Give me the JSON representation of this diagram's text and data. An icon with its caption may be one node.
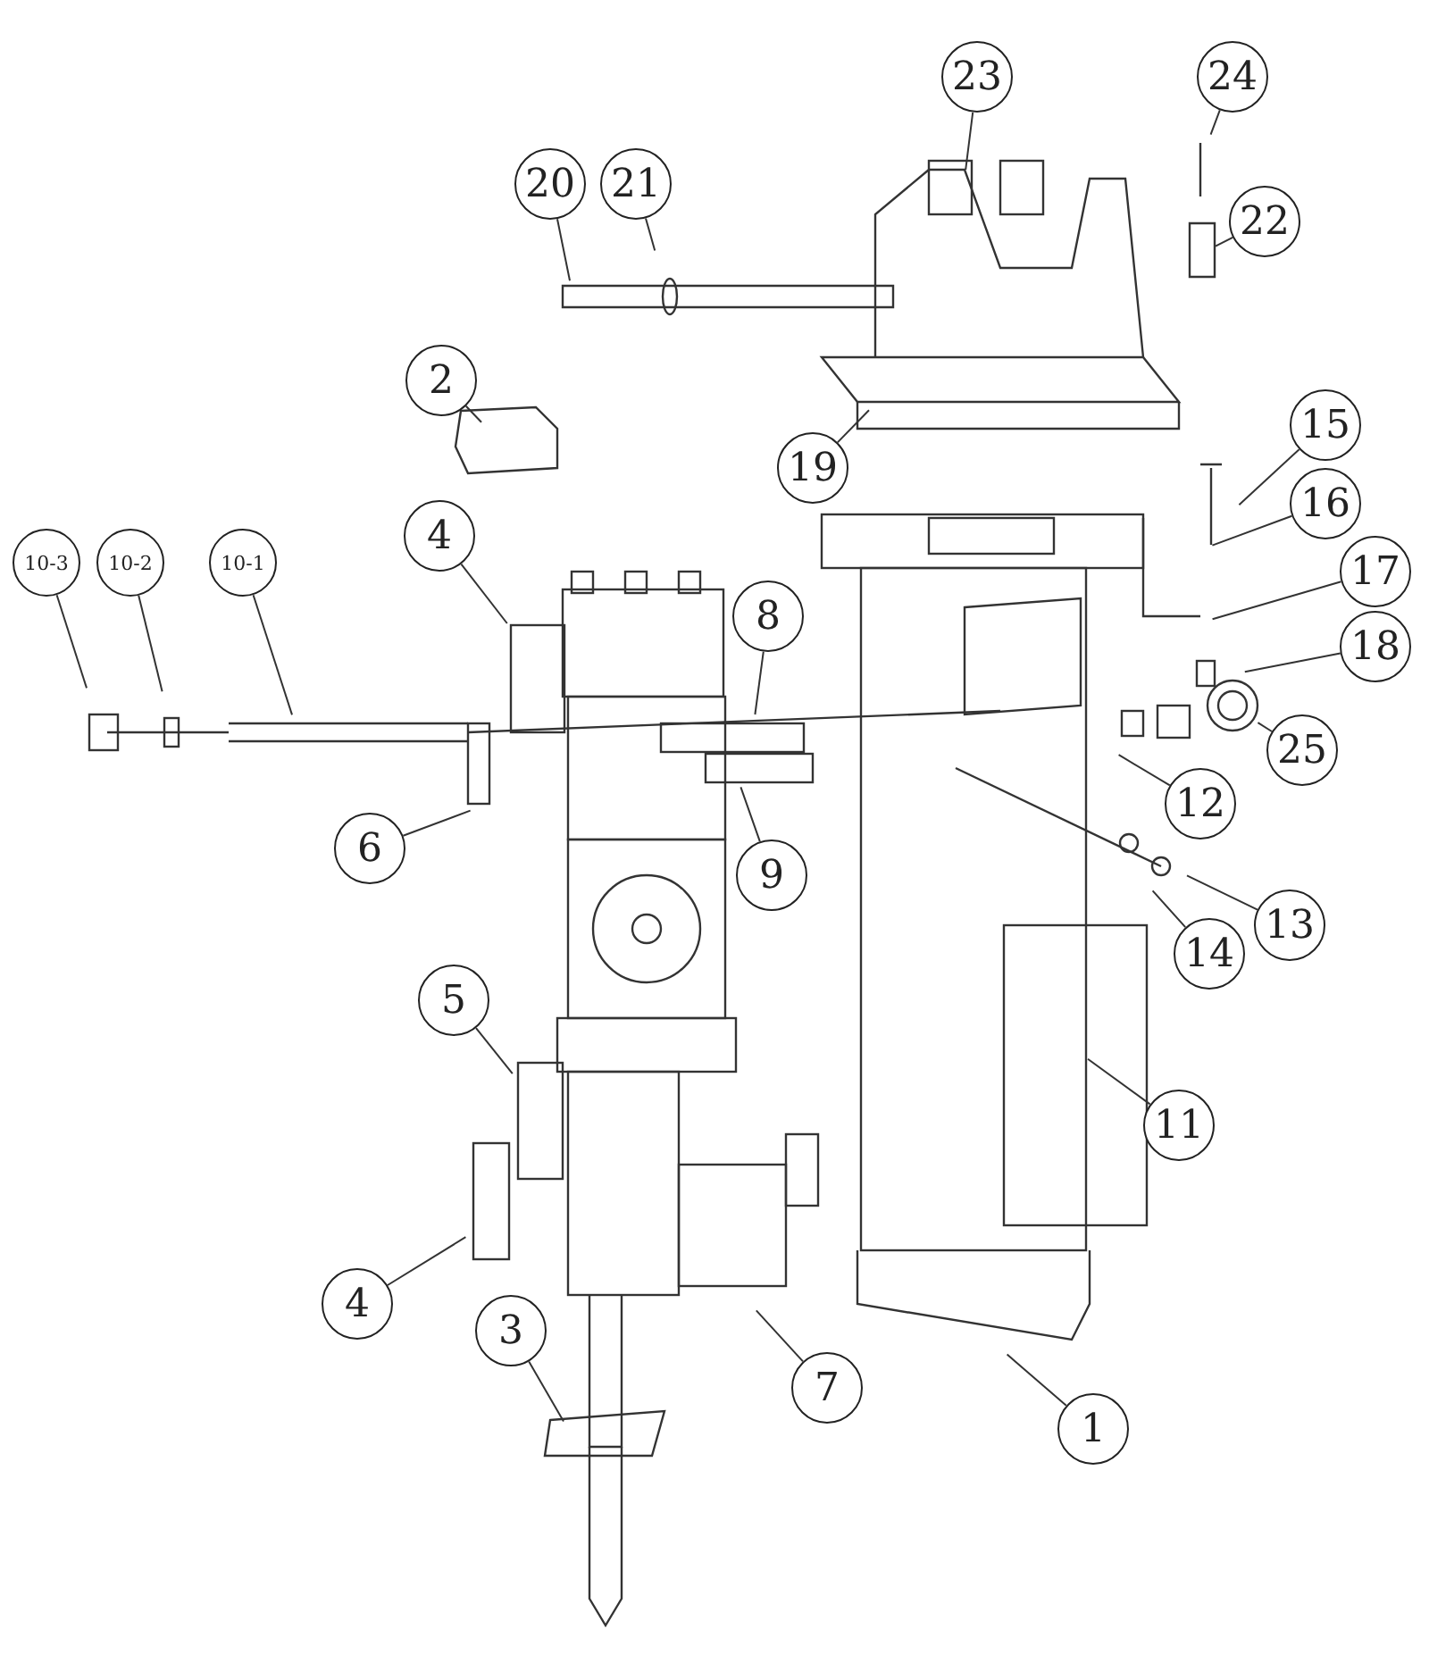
{
  "diagram": {
    "nodes": [
      {
        "text": [
          "23"
        ]
      },
      {
        "text": [
          "24"
        ]
      },
      {
        "text": [
          "20"
        ]
      },
      {
        "text": [
          "21"
        ]
      },
      {
        "text": [
          "22"
        ]
      },
      {
        "text": [
          "2"
        ]
      },
      {
        "text": [
          "19"
        ]
      },
      {
        "text": [
          "15"
        ]
      },
      {
        "text": [
          "16"
        ]
      },
      {
        "text": [
          "4"
        ]
      },
      {
        "text": [
          "10-3"
        ]
      },
      {
        "text": [
          "10-2"
        ]
      },
      {
        "text": [
          "10-1"
        ]
      },
      {
        "text": [
          "8"
        ]
      },
      {
        "text": [
          "17"
        ]
      },
      {
        "text": [
          "18"
        ]
      },
      {
        "text": [
          "6"
        ]
      },
      {
        "text": [
          "12"
        ]
      },
      {
        "text": [
          "25"
        ]
      },
      {
        "text": [
          "9"
        ]
      },
      {
        "text": [
          "13"
        ]
      },
      {
        "text": [
          "14"
        ]
      },
      {
        "text": [
          "5"
        ]
      },
      {
        "text": [
          "11"
        ]
      },
      {
        "text": [
          "4"
        ]
      },
      {
        "text": [
          "3"
        ]
      },
      {
        "text": [
          "7"
        ]
      },
      {
        "text": [
          "1"
        ]
      }
    ],
    "edges": [
      {
        "from": 0,
        "to": null,
        "arrow": "none"
      },
      {
        "from": 1,
        "to": null,
        "arrow": "none"
      },
      {
        "from": 2,
        "to": null,
        "arrow": "none"
      },
      {
        "from": 3,
        "to": null,
        "arrow": "none"
      },
      {
        "from": 4,
        "to": null,
        "arrow": "none"
      },
      {
        "from": 5,
        "to": null,
        "arrow": "none"
      },
      {
        "from": 6,
        "to": null,
        "arrow": "none"
      },
      {
        "from": 7,
        "to": null,
        "arrow": "none"
      },
      {
        "from": 8,
        "to": null,
        "arrow": "none"
      },
      {
        "from": 9,
        "to": null,
        "arrow": "none"
      },
      {
        "from": 10,
        "to": null,
        "arrow": "none"
      },
      {
        "from": 11,
        "to": null,
        "arrow": "none"
      },
      {
        "from": 12,
        "to": null,
        "arrow": "none"
      },
      {
        "from": 13,
        "to": null,
        "arrow": "none"
      },
      {
        "from": 14,
        "to": null,
        "arrow": "none"
      },
      {
        "from": 15,
        "to": null,
        "arrow": "none"
      },
      {
        "from": 16,
        "to": null,
        "arrow": "none"
      },
      {
        "from": 17,
        "to": null,
        "arrow": "none"
      },
      {
        "from": 18,
        "to": null,
        "arrow": "none"
      },
      {
        "from": 19,
        "to": null,
        "arrow": "none"
      },
      {
        "from": 20,
        "to": null,
        "arrow": "none"
      },
      {
        "from": 21,
        "to": null,
        "arrow": "none"
      },
      {
        "from": 22,
        "to": null,
        "arrow": "none"
      },
      {
        "from": 23,
        "to": null,
        "arrow": "none"
      },
      {
        "from": 24,
        "to": null,
        "arrow": "none"
      },
      {
        "from": 25,
        "to": null,
        "arrow": "none"
      },
      {
        "from": 26,
        "to": null,
        "arrow": "none"
      },
      {
        "from": 27,
        "to": null,
        "arrow": "none"
      }
    ]
  }
}
